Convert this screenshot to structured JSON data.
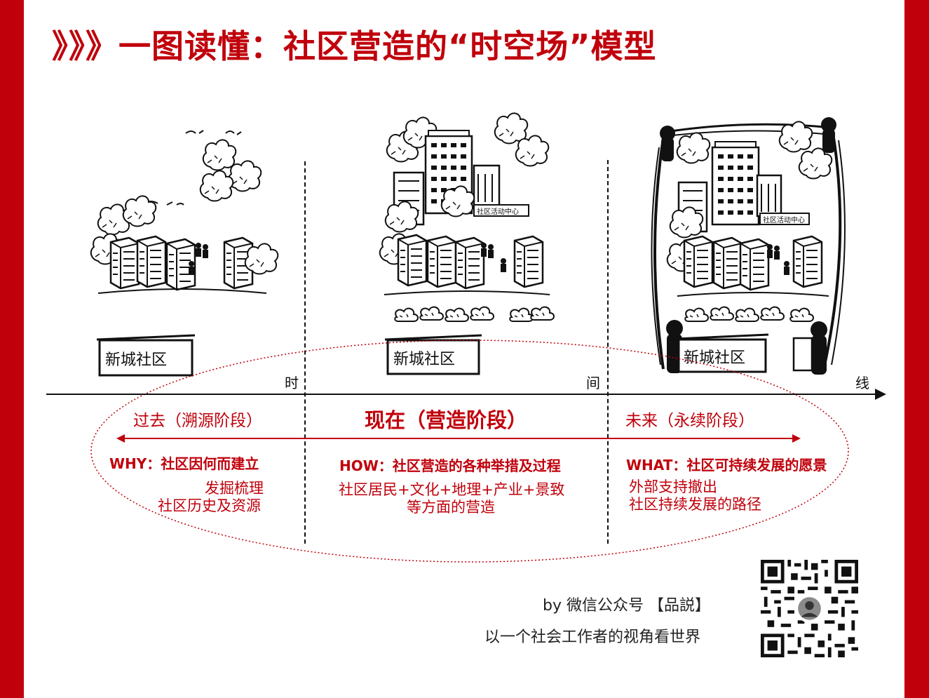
{
  "title": "》》》一图读懂：社区营造的“时空场”模型",
  "signs": {
    "past": "新城社区",
    "present": "新城社区",
    "future": "新城社区",
    "activity_center_present": "社区活动中心",
    "activity_center_future": "社区活动中心"
  },
  "axis": {
    "char1": "时",
    "char2": "间",
    "char3": "线"
  },
  "phases": {
    "past": "过去（溯源阶段）",
    "present": "现在（营造阶段）",
    "future": "未来（永续阶段）"
  },
  "questions": {
    "why": "WHY：社区因何而建立",
    "how": "HOW：社区营造的各种举措及过程",
    "what": "WHAT：社区可持续发展的愿景"
  },
  "descriptions": {
    "past_line1": "发掘梳理",
    "past_line2": "社区历史及资源",
    "present_line1": "社区居民+文化+地理+产业+景致",
    "present_line2": "等方面的营造",
    "future_line1": "外部支持撤出",
    "future_line2": "社区持续发展的路径"
  },
  "credit": {
    "line1": "by 微信公众号 【品説】",
    "line2": "以一个社会工作者的视角看世界"
  },
  "colors": {
    "accent": "#c0000b",
    "ink": "#111111"
  },
  "icons": {
    "qr": "qr-code-icon",
    "pointer": "triple-chevron-icon"
  }
}
